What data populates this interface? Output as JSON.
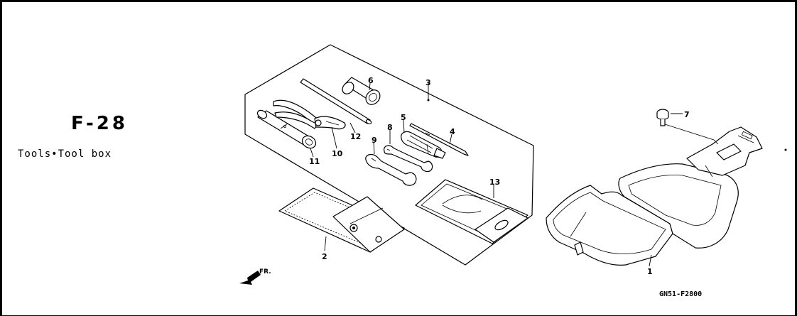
{
  "figure": {
    "code": "F-28",
    "title": "Tools•Tool box",
    "drawing_code": "GN51-F2800",
    "direction_label": "FR."
  },
  "callouts": [
    {
      "id": "c1",
      "number": "1",
      "part": "tool-box"
    },
    {
      "id": "c2",
      "number": "2",
      "part": "tool-bag"
    },
    {
      "id": "c3",
      "number": "3",
      "part": "tool-set"
    },
    {
      "id": "c4",
      "number": "4",
      "part": "screwdriver-bit"
    },
    {
      "id": "c5",
      "number": "5",
      "part": "screwdriver-grip"
    },
    {
      "id": "c6",
      "number": "6",
      "part": "box-spanner"
    },
    {
      "id": "c7",
      "number": "7",
      "part": "screw"
    },
    {
      "id": "c8",
      "number": "8",
      "part": "open-end-wrench-small"
    },
    {
      "id": "c9",
      "number": "9",
      "part": "open-end-wrench"
    },
    {
      "id": "c10",
      "number": "10",
      "part": "pliers"
    },
    {
      "id": "c11",
      "number": "11",
      "part": "spark-plug-wrench"
    },
    {
      "id": "c12",
      "number": "12",
      "part": "pin-spanner-bar"
    },
    {
      "id": "c13",
      "number": "13",
      "part": "owners-manual-case"
    }
  ],
  "colors": {
    "line": "#000000",
    "background": "#ffffff"
  }
}
